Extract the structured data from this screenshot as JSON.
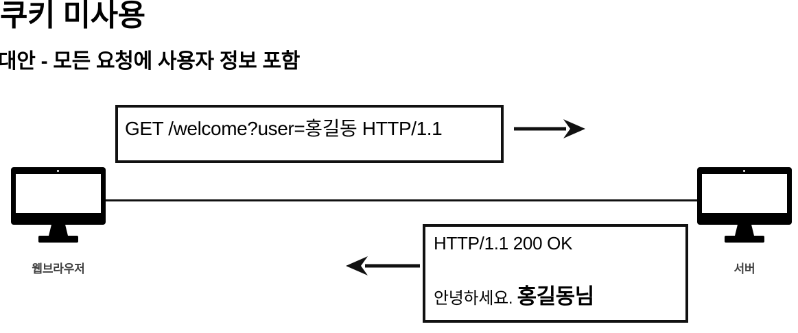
{
  "slide": {
    "title": "쿠키 미사용",
    "subtitle": "대안 - 모든 요청에 사용자 정보 포함",
    "background_color": "#ffffff",
    "text_color": "#000000",
    "label_color": "#3f3f3f"
  },
  "nodes": {
    "browser": {
      "label": "웹브라우저",
      "icon": "desktop-monitor-icon"
    },
    "server": {
      "label": "서버",
      "icon": "desktop-monitor-icon"
    }
  },
  "messages": {
    "request": {
      "text": "GET /welcome?user=홍길동 HTTP/1.1",
      "direction": "browser-to-server",
      "arrow_icon": "arrow-right-icon"
    },
    "response": {
      "status_line": "HTTP/1.1 200 OK",
      "body_prefix": "안녕하세요.",
      "body_name": "홍길동님",
      "direction": "server-to-browser",
      "arrow_icon": "arrow-left-icon"
    }
  }
}
